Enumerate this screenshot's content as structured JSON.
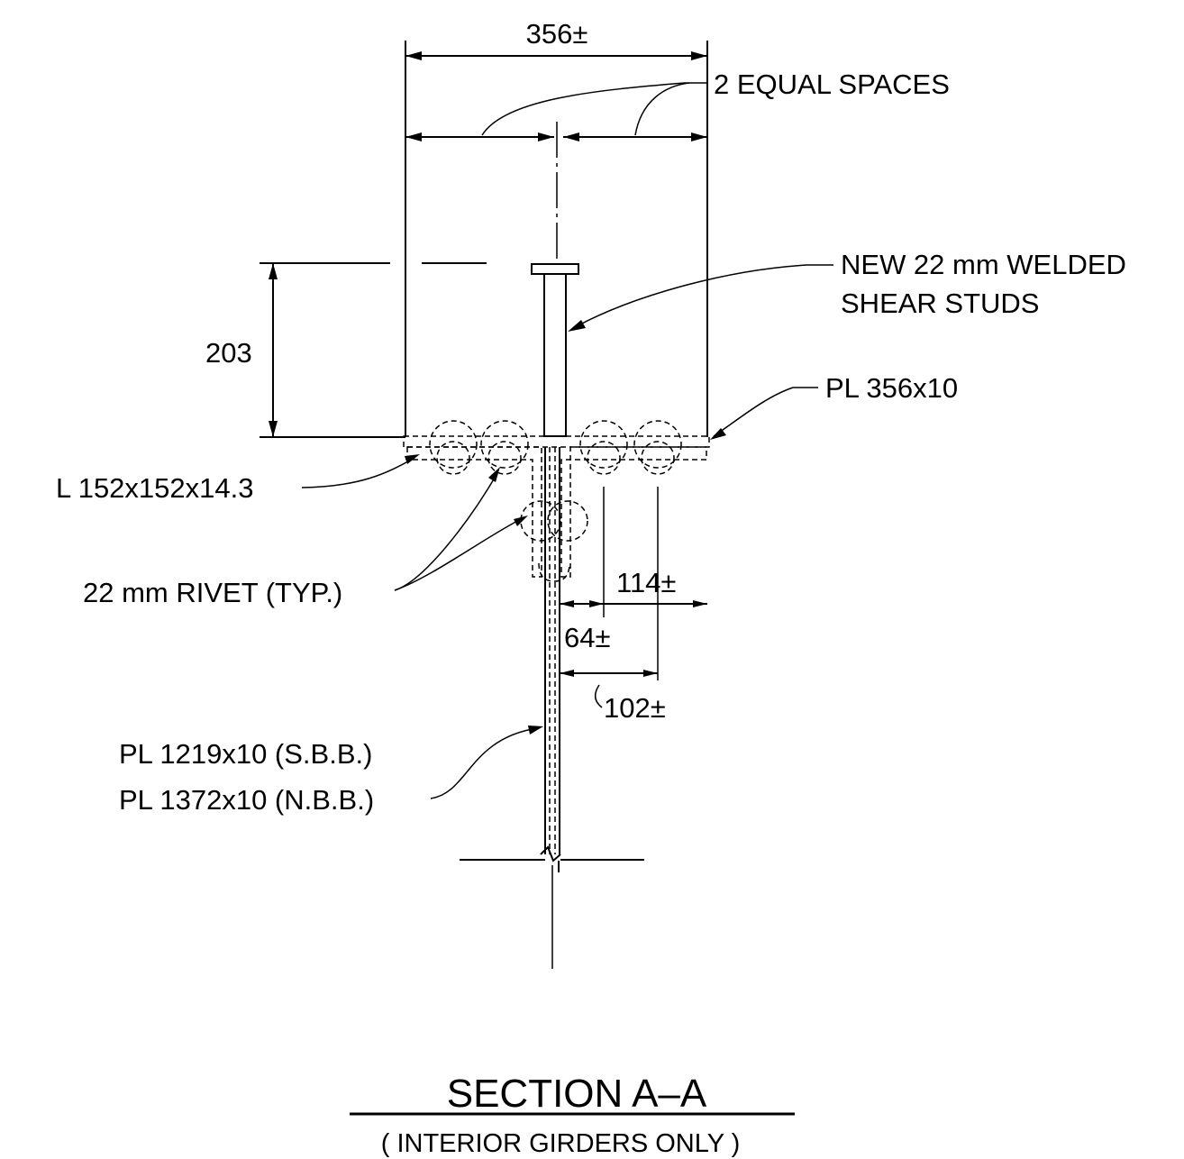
{
  "dimensions": {
    "top_width": "356±",
    "equal_spaces": "2 EQUAL SPACES",
    "stud_height": "203",
    "gauge_114": "114±",
    "gauge_64": "64±",
    "gauge_102": "102±"
  },
  "callouts": {
    "studs_line1": "NEW 22 mm WELDED",
    "studs_line2": "SHEAR STUDS",
    "top_plate": "PL 356x10",
    "angle": "L 152x152x14.3",
    "rivet": "22 mm RIVET (TYP.)",
    "web_sbb": "PL 1219x10 (S.B.B.)",
    "web_nbb": "PL 1372x10 (N.B.B.)"
  },
  "title": {
    "main": "SECTION A–A",
    "sub": "( INTERIOR GIRDERS ONLY )"
  }
}
